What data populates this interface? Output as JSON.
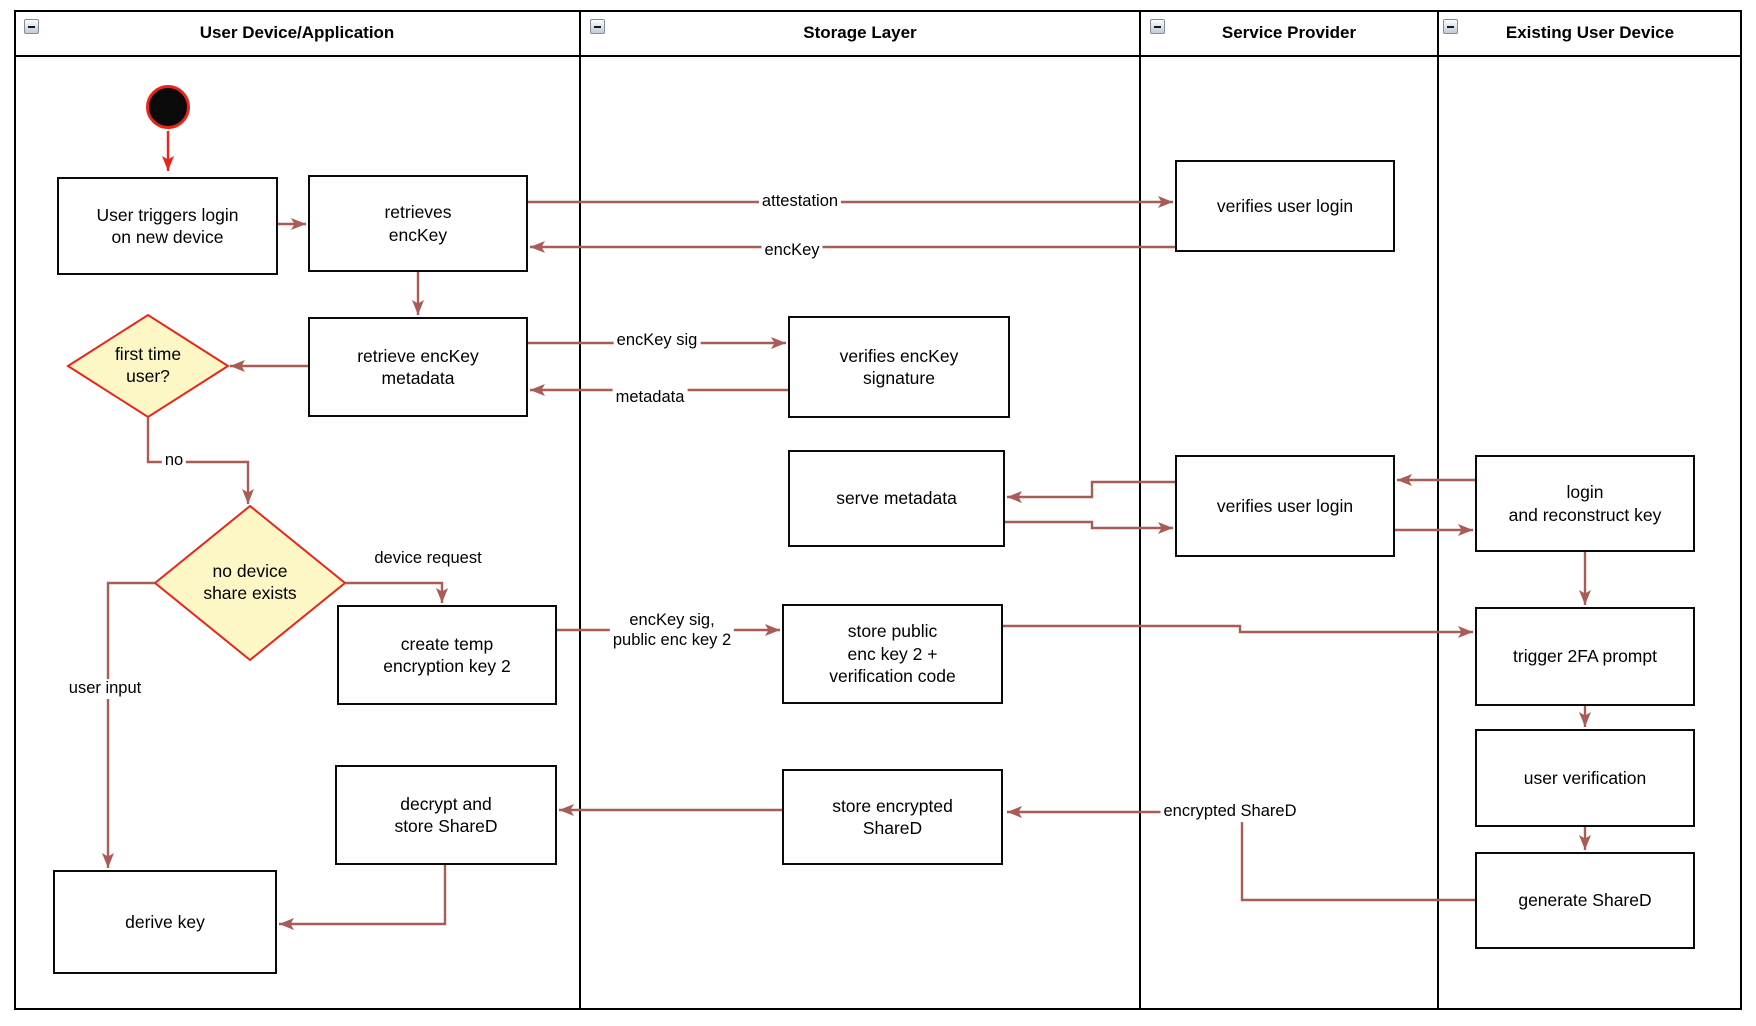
{
  "colors": {
    "flow_red": "#e8251a",
    "connector_red": "#a85c55",
    "decision_fill": "#fcf7c5",
    "node_border": "#0a0a0a"
  },
  "lanes": [
    {
      "title": "User Device/Application"
    },
    {
      "title": "Storage Layer"
    },
    {
      "title": "Service Provider"
    },
    {
      "title": "Existing User Device"
    }
  ],
  "nodes": {
    "user_triggers": "User triggers login\non new device",
    "retrieves_enckey": "retrieves\nencKey",
    "retrieve_metadata": "retrieve encKey\nmetadata",
    "create_temp": "create temp\nencryption key 2",
    "decrypt_store": "decrypt and\nstore ShareD",
    "derive_key": "derive key",
    "verifies_sig": "verifies encKey\nsignature",
    "serve_metadata": "serve metadata",
    "store_public": "store public\nenc key 2 +\nverification code",
    "store_encrypted": "store encrypted\nShareD",
    "verifies_login_1": "verifies user login",
    "verifies_login_2": "verifies user login",
    "login_reconstruct": "login\nand reconstruct key",
    "trigger_2fa": "trigger 2FA prompt",
    "user_verification": "user verification",
    "generate_shared": "generate ShareD"
  },
  "decisions": {
    "first_time": "first time\nuser?",
    "no_share": "no device\nshare exists"
  },
  "edge_labels": {
    "attestation": "attestation",
    "enckey": "encKey",
    "enckey_sig": "encKey sig",
    "metadata": "metadata",
    "no": "no",
    "device_request": "device request",
    "user_input": "user input",
    "enckey_sig_public": "encKey sig,\npublic enc key 2",
    "encrypted_shared": "encrypted ShareD"
  }
}
